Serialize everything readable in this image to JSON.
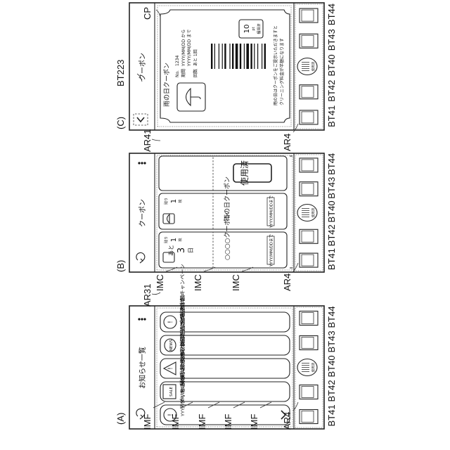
{
  "labels": {
    "A": "(A)",
    "B": "(B)",
    "C": "(C)",
    "AR31": "AR31",
    "AR41": "AR41",
    "AR4": "AR4",
    "IMF": "IMF",
    "IMC": "IMC",
    "CP": "CP",
    "BT223": "BT223",
    "BT41": "BT41",
    "BT42": "BT42",
    "BT40": "BT40",
    "BT43": "BT43",
    "BT44": "BT44"
  },
  "screenA": {
    "title": "お知らせ一覧",
    "items": [
      {
        "icon": "!",
        "date": "YYYY/MM/DD",
        "badge": "NEW",
        "text": "アプリをご利用いただき、誠に"
      },
      {
        "icon": "SALE",
        "date": "YYYY/MM/DD",
        "badge": "NEW",
        "text": "秋の半額キャンペーン"
      },
      {
        "icon": "!",
        "date": "YYYY/MM/DD",
        "badge": "",
        "text": "引き取り日を過ぎました"
      },
      {
        "icon": "NEWS",
        "date": "YYYY/MM/DD",
        "badge": "",
        "text": "明日は金曜日です"
      },
      {
        "icon": "!",
        "date": "YYYY/MM/DD",
        "badge": "",
        "text": "秋の半額キャンペーン"
      }
    ]
  },
  "screenB": {
    "title": "クーポン",
    "coupon1": {
      "prefix": "あと",
      "count": "3",
      "unit": "日",
      "name": "○○○○クーポン",
      "limit": "YYYY/MM/DDまで",
      "used": "1"
    },
    "coupon2": {
      "name": "雨の日クーポン",
      "limit": "YYYY/MM/DDまで",
      "used": "1"
    },
    "usedStamp": "使用済",
    "countLabel": "残り",
    "countUnit": "枚"
  },
  "screenC": {
    "title": "クーポン",
    "couponName": "雨の日クーポン",
    "noLabel": "No.",
    "no": "1234",
    "periodLabel": "期間",
    "periodFrom": "YYYY/MM/DD から",
    "periodTo": "YYYY/MM/DD まで",
    "timesLabel": "回数",
    "times": "あと 1回",
    "discountValue": "10",
    "discountUnit": "pt",
    "discountNote": "獲得済",
    "note1": "雨の日はクーポンをご提示いただきますと",
    "note2": "クリーニング料金が半額になります"
  },
  "navbar": {
    "center": "使用済"
  }
}
